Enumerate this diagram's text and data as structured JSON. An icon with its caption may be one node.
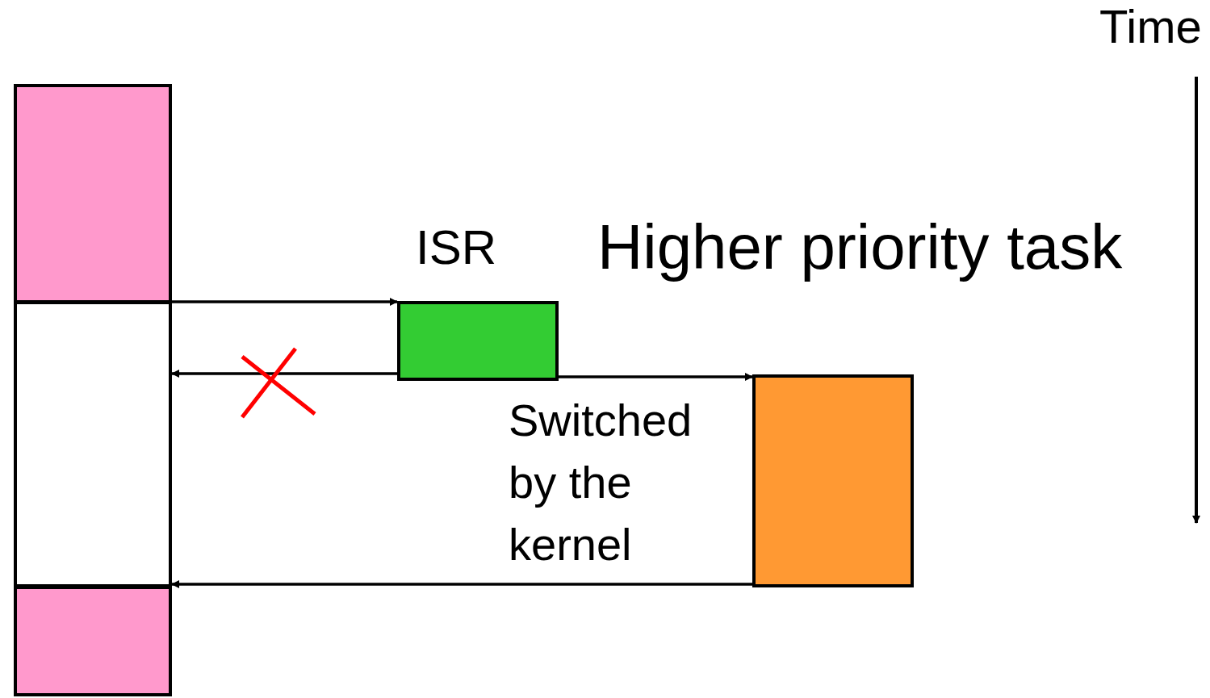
{
  "diagram": {
    "nodes": [
      {
        "text": [],
        "shape": "bar"
      },
      {
        "text": [],
        "shape": "bar"
      },
      {
        "text": [],
        "shape": "bar"
      },
      {
        "text": [
          "ISR"
        ]
      },
      {
        "text": [
          "Higher priority task"
        ]
      }
    ],
    "edges": [
      {
        "from": 0,
        "to": 3,
        "arrow": "to"
      },
      {
        "from": 3,
        "to": 1,
        "arrow": "to"
      },
      {
        "from": 3,
        "to": 4,
        "arrow": "to",
        "label": "Switched by the kernel"
      },
      {
        "from": 4,
        "to": 2,
        "arrow": "to"
      }
    ],
    "labels": [
      "Time"
    ]
  }
}
